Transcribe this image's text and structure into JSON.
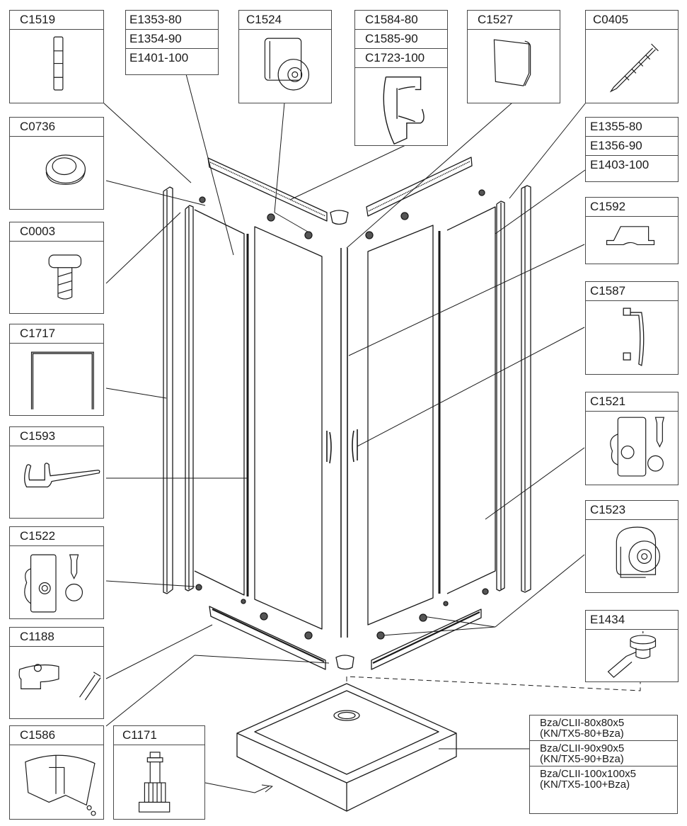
{
  "diagram": {
    "type": "exploded-parts-diagram",
    "subject": "corner shower enclosure with shower tray",
    "parts": {
      "c1519": {
        "codes": [
          "C1519"
        ],
        "icon": "spacer-block-icon"
      },
      "e1353": {
        "codes": [
          "E1353-80",
          "E1354-90",
          "E1401-100"
        ],
        "icon": "none"
      },
      "c1524": {
        "codes": [
          "C1524"
        ],
        "icon": "roller-bracket-icon"
      },
      "c1584": {
        "codes": [
          "C1584-80",
          "C1585-90",
          "C1723-100"
        ],
        "icon": "rail-profile-icon"
      },
      "c1527": {
        "codes": [
          "C1527"
        ],
        "icon": "end-cap-icon"
      },
      "c0405": {
        "codes": [
          "C0405"
        ],
        "icon": "screw-icon"
      },
      "c0736": {
        "codes": [
          "C0736"
        ],
        "icon": "cap-icon"
      },
      "e1355": {
        "codes": [
          "E1355-80",
          "E1356-90",
          "E1403-100"
        ],
        "icon": "none"
      },
      "c0003": {
        "codes": [
          "C0003"
        ],
        "icon": "pan-head-screw-icon"
      },
      "c1592": {
        "codes": [
          "C1592"
        ],
        "icon": "guide-icon"
      },
      "c1717": {
        "codes": [
          "C1717"
        ],
        "icon": "u-seal-icon"
      },
      "c1587": {
        "codes": [
          "C1587"
        ],
        "icon": "door-handle-icon"
      },
      "c1593": {
        "codes": [
          "C1593"
        ],
        "icon": "seal-profile-icon"
      },
      "c1521": {
        "codes": [
          "C1521"
        ],
        "icon": "roller-set-icon"
      },
      "c1522": {
        "codes": [
          "C1522"
        ],
        "icon": "roller-set-icon"
      },
      "c1523": {
        "codes": [
          "C1523"
        ],
        "icon": "roller-icon"
      },
      "c1188": {
        "codes": [
          "C1188"
        ],
        "icon": "clip-with-screw-icon"
      },
      "e1434": {
        "codes": [
          "E1434"
        ],
        "icon": "drain-siphon-icon"
      },
      "c1586": {
        "codes": [
          "C1586"
        ],
        "icon": "corner-connector-icon"
      },
      "c1171": {
        "codes": [
          "C1171"
        ],
        "icon": "adjustable-leg-icon"
      },
      "tray": {
        "codes": [
          [
            "Bza/CLII-80x80x5",
            "(KN/TX5-80+Bza)"
          ],
          [
            "Bza/CLII-90x90x5",
            "(KN/TX5-90+Bza)"
          ],
          [
            "Bza/CLII-100x100x5",
            "(KN/TX5-100+Bza)"
          ]
        ],
        "icon": "shower-tray-icon"
      }
    },
    "colors": {
      "line": "#1a1a1a",
      "box_border": "#4a4a4a",
      "background": "#ffffff"
    }
  }
}
